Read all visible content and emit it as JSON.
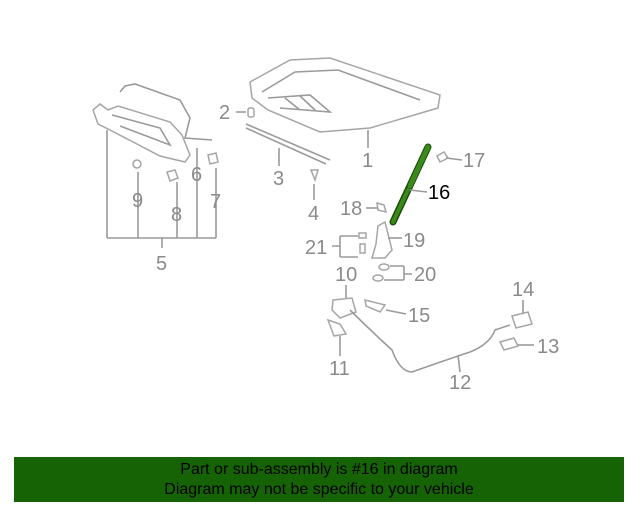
{
  "diagram": {
    "highlighted_part": "16",
    "highlight_color": "#3a8a1a",
    "callouts": [
      "1",
      "2",
      "3",
      "4",
      "5",
      "6",
      "7",
      "8",
      "9",
      "10",
      "11",
      "12",
      "13",
      "14",
      "15",
      "16",
      "17",
      "18",
      "19",
      "20",
      "21"
    ]
  },
  "banner": {
    "line1": "Part or sub-assembly is #16 in diagram",
    "line2": "Diagram may not be specific to your vehicle",
    "background": "#156305"
  }
}
